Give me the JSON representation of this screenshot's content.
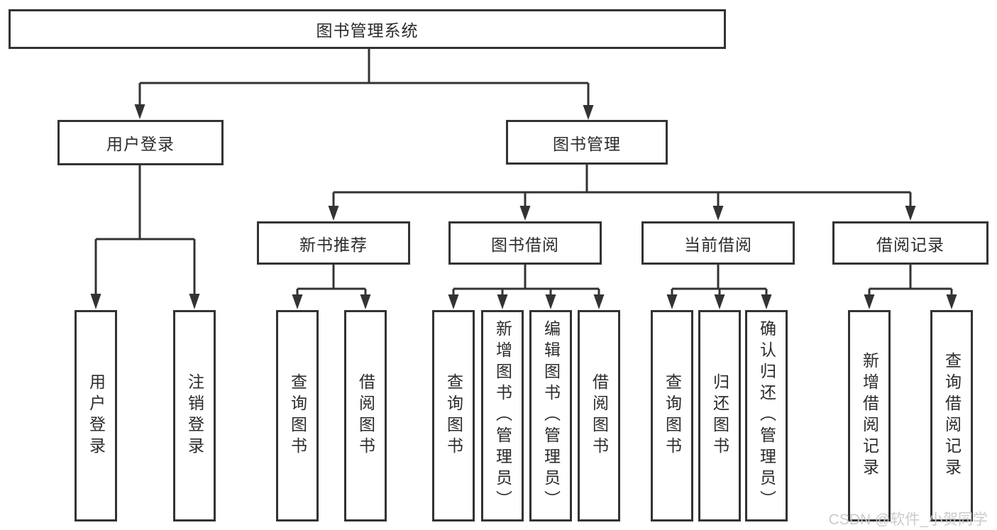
{
  "diagram": {
    "title": "图书管理系统",
    "tree": {
      "label": "图书管理系统",
      "children": [
        {
          "label": "用户登录",
          "children": [
            {
              "label": "用户登录"
            },
            {
              "label": "注销登录"
            }
          ]
        },
        {
          "label": "图书管理",
          "children": [
            {
              "label": "新书推荐",
              "children": [
                {
                  "label": "查询图书"
                },
                {
                  "label": "借阅图书"
                }
              ]
            },
            {
              "label": "图书借阅",
              "children": [
                {
                  "label": "查询图书"
                },
                {
                  "label": "新增图书（管理员）"
                },
                {
                  "label": "编辑图书（管理员）"
                },
                {
                  "label": "借阅图书"
                }
              ]
            },
            {
              "label": "当前借阅",
              "children": [
                {
                  "label": "查询图书"
                },
                {
                  "label": "归还图书"
                },
                {
                  "label": "确认归还（管理员）"
                }
              ]
            },
            {
              "label": "借阅记录",
              "children": [
                {
                  "label": "新增借阅记录"
                },
                {
                  "label": "查询借阅记录"
                }
              ]
            }
          ]
        }
      ]
    }
  },
  "watermark": "CSDN @软件_小贺同学",
  "colors": {
    "line": "#333333",
    "box_border": "#333333",
    "text": "#2b2b2b",
    "watermark": "#c9c9c9",
    "background": "#ffffff"
  }
}
